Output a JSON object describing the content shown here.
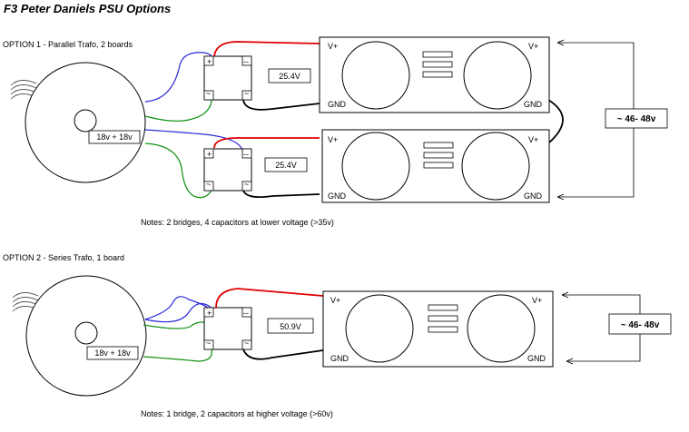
{
  "title": "F3 Peter Daniels PSU Options",
  "option1": {
    "heading": "OPTION 1 - Parallel Trafo, 2 boards",
    "trafo_label": "18v + 18v",
    "board_top_voltage": "25.4V",
    "board_bottom_voltage": "25.4V",
    "output_label": "~ 46- 48v",
    "notes": "Notes: 2 bridges, 4 capacitors at lower voltage (>35v)"
  },
  "option2": {
    "heading": "OPTION 2 - Series Trafo, 1 board",
    "trafo_label": "18v + 18v",
    "board_voltage": "50.9V",
    "output_label": "~ 46- 48v",
    "notes": "Notes: 1 bridge, 2 capacitors at higher voltage (>60v)"
  },
  "terminals": {
    "vplus": "V+",
    "gnd": "GND",
    "bridge_plus": "+",
    "bridge_minus": "--",
    "bridge_ac": "~"
  },
  "colors": {
    "red_wire": "#e00000",
    "blue_wire": "#2a2ad8",
    "green_wire": "#109010",
    "black_wire": "#000000"
  }
}
